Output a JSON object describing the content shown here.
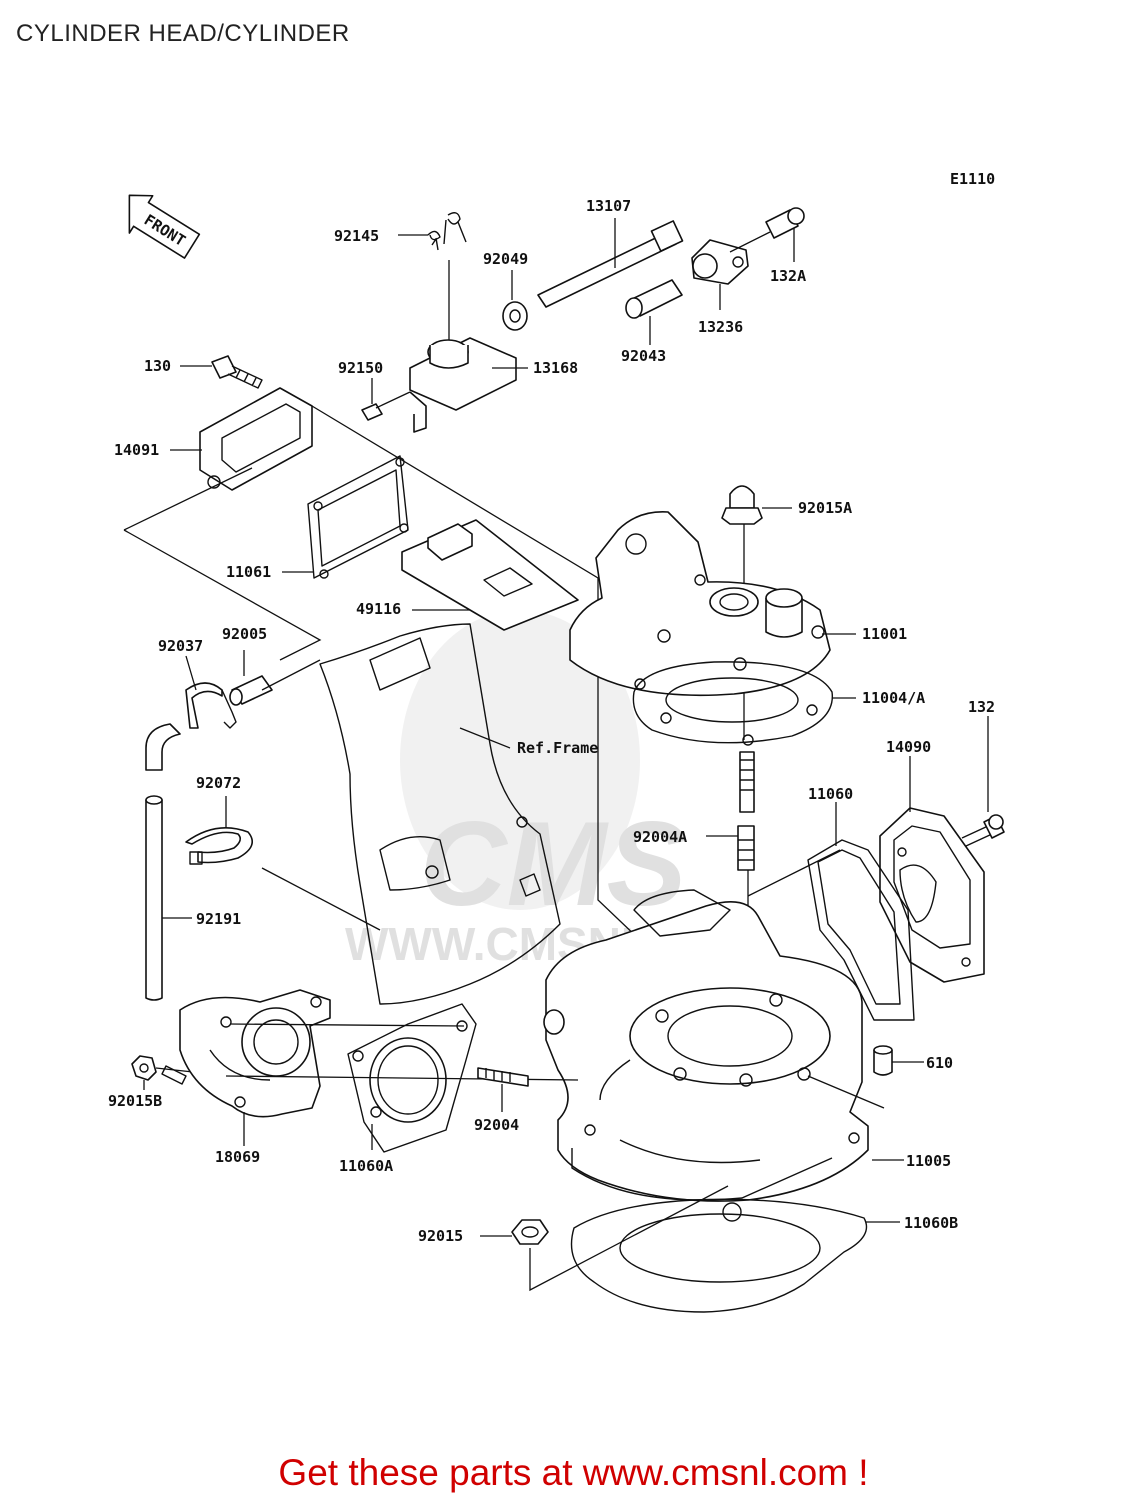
{
  "header": {
    "title": "CYLINDER HEAD/CYLINDER"
  },
  "diagram_code": "E1110",
  "front_marker": "FRONT",
  "watermark": {
    "brand": "CMS",
    "url": "WWW.CMSNL.COM"
  },
  "ref_frame_label": "Ref.Frame",
  "parts": {
    "p92145": "92145",
    "p13107": "13107",
    "p92049": "92049",
    "p132A": "132A",
    "p13236": "13236",
    "p92043": "92043",
    "p130": "130",
    "p92150": "92150",
    "p13168": "13168",
    "p14091": "14091",
    "p11061": "11061",
    "p49116": "49116",
    "p92015A": "92015A",
    "p11001": "11001",
    "p11004A": "11004/A",
    "p92037": "92037",
    "p92005": "92005",
    "p132": "132",
    "p14090": "14090",
    "p11060": "11060",
    "p92072": "92072",
    "p92004A": "92004A",
    "p92191": "92191",
    "p610": "610",
    "p92015B": "92015B",
    "p92004": "92004",
    "p18069": "18069",
    "p11060A": "11060A",
    "p11005": "11005",
    "p92015": "92015",
    "p11060B": "11060B"
  },
  "footer": {
    "promo_text": "Get these parts at www.cmsnl.com !"
  },
  "colors": {
    "promo": "#d00000",
    "line": "#111111",
    "watermark": "#e4e4e4"
  }
}
